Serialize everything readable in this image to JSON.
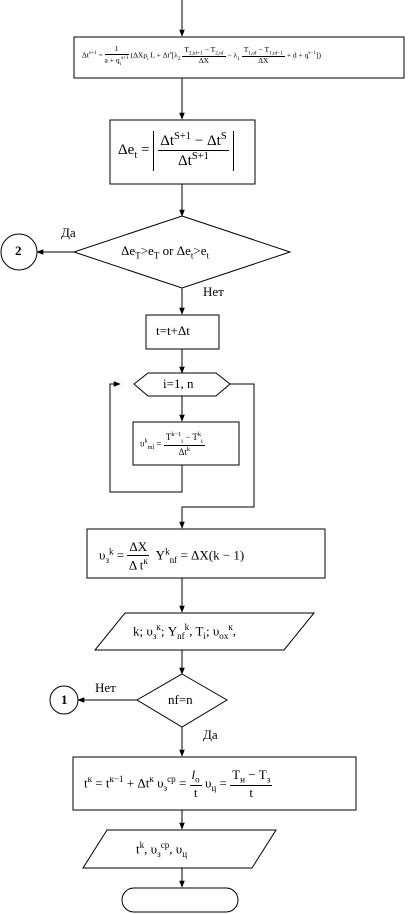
{
  "blocks": {
    "b1": {
      "lhs": "Δt",
      "lhs_sup": "s+1",
      "eq": "=",
      "pre_num": "1",
      "pre_den": "a + q",
      "pre_den_sub": "i",
      "pre_den_sup": "s+1",
      "body_a": "(ΔXρ",
      "body_a_sub": "i",
      "body_b": "L + Δt",
      "body_b_sup": "s",
      "body_c": "[λ",
      "body_c_sub": "2",
      "f1_num": "T",
      "f1_num_sub1": "2,nf+1",
      "f1_minus": " − T",
      "f1_num_sub2": "2,nf",
      "f1_den": "ΔX",
      "minus_lambda": " − λ",
      "minus_lambda_sub": "1",
      "f2_num": "T",
      "f2_num_sub1": "1,nf",
      "f2_minus": " − T",
      "f2_num_sub2": "1,nf−1",
      "f2_den": "ΔX",
      "tail": "+ d + q",
      "tail_sup": "s−1",
      "close": "])"
    },
    "b2": {
      "lhs": "Δe",
      "lhs_sub": "t",
      "eq": "=",
      "num_a": "Δt",
      "num_a_sup": "S+1",
      "num_minus": " − Δt",
      "num_b_sup": "S",
      "den": "Δt",
      "den_sup": "S+1"
    },
    "d1": {
      "a": "Δe",
      "a_sub": "T",
      "a_rest": ">e",
      "a_rest_sub": "T",
      "or": " or Δe",
      "b_sub": "t",
      "b_rest": ">e",
      "b_rest_sub": "t"
    },
    "yes_label_1": "Да",
    "no_label_1": "Нет",
    "connector_2": "2",
    "b3": "t=t+Δt",
    "loop": "i=1, n",
    "b4": {
      "lhs": "υ",
      "lhs_sup": "k",
      "lhs_sub": "ml",
      "eq": "=",
      "num_a": "T",
      "num_a_sup": "k−1",
      "num_a_sub": "i",
      "num_minus": " − T",
      "num_b_sup": "k",
      "num_b_sub": "i",
      "den": "Δt",
      "den_sup": "k"
    },
    "b5": {
      "lhs": "υ",
      "lhs_sub": "з",
      "lhs_sup": "k",
      "eq": "=",
      "num": "ΔX",
      "den": "Δ t",
      "den_sup": "к",
      "y": "Y",
      "y_sup": "k",
      "y_sub": "nf",
      "rhs": "= ΔX(k − 1)"
    },
    "io1": {
      "a": "k; υ",
      "a_sub": "з",
      "a_sup": "к",
      "b": "; Y",
      "b_sub": "nf",
      "b_sup": "k",
      "c": ", T",
      "c_sub": "i",
      "d": "; υ",
      "d_sub": "ox",
      "d_sup": "к",
      "e": ","
    },
    "d2": "nf=n",
    "no_label_2": "Нет",
    "yes_label_2": "Да",
    "connector_1": "1",
    "b6": {
      "a": "t",
      "a_sup": "к",
      "eq1": " = t",
      "b_sup": "к−1",
      "plus": " + Δt",
      "c_sup": "к",
      "d": " υ",
      "d_sub": "з",
      "d_sup": "ср",
      "eq2": " = ",
      "f1_num": "l",
      "f1_num_sub": "o",
      "f1_den": "t",
      "mid": " υ",
      "mid_sub": "ц",
      "eq3": " = ",
      "f2_num": "T",
      "f2_num_sub1": "н",
      "f2_minus": " − T",
      "f2_num_sub2": "з",
      "f2_den": "t"
    },
    "io2": {
      "a": "t",
      "a_sup": "k",
      "b": ", υ",
      "b_sub": "з",
      "b_sup": "ср",
      "c": ", υ",
      "c_sub": "ц"
    }
  }
}
